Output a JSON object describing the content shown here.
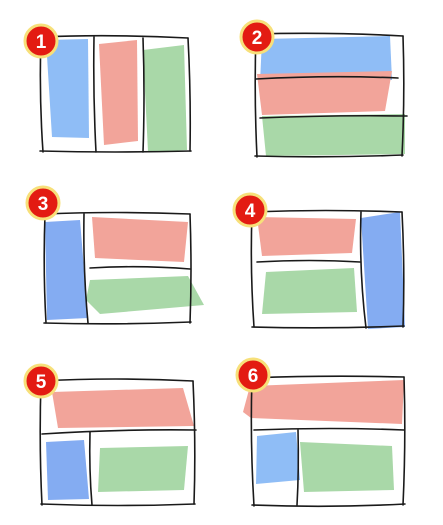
{
  "diagrams": [
    {
      "number": "1"
    },
    {
      "number": "2"
    },
    {
      "number": "3"
    },
    {
      "number": "4"
    },
    {
      "number": "5"
    },
    {
      "number": "6"
    }
  ],
  "colors": {
    "blue": "#8fbdf6",
    "blue_dark": "#6f9df0",
    "red": "#f2a49a",
    "green": "#a9d8a8",
    "badge_fill": "#e31b12",
    "badge_ring": "#f7e07a",
    "ink": "#1a1a1a"
  }
}
